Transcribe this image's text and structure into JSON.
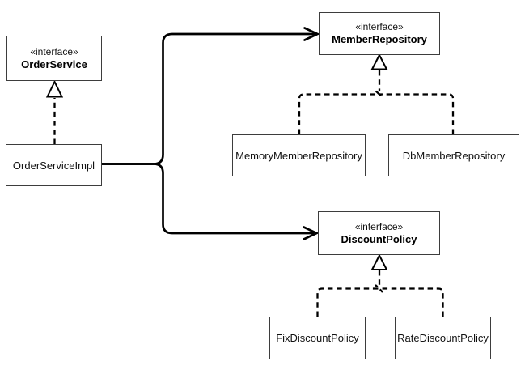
{
  "diagram": {
    "type": "uml-class-diagram",
    "colors": {
      "background": "#ffffff",
      "line": "#000000",
      "box_border": "#3d3d3d",
      "text": "#111111"
    },
    "nodes": {
      "order_service": {
        "stereotype": "«interface»",
        "name": "OrderService"
      },
      "order_service_impl": {
        "name": "OrderServiceImpl"
      },
      "member_repository": {
        "stereotype": "«interface»",
        "name": "MemberRepository"
      },
      "memory_member_repository": {
        "name": "MemoryMemberRepository"
      },
      "db_member_repository": {
        "name": "DbMemberRepository"
      },
      "discount_policy": {
        "stereotype": "«interface»",
        "name": "DiscountPolicy"
      },
      "fix_discount_policy": {
        "name": "FixDiscountPolicy"
      },
      "rate_discount_policy": {
        "name": "RateDiscountPolicy"
      }
    },
    "relations": [
      {
        "from": "OrderServiceImpl",
        "to": "OrderService",
        "type": "realization",
        "style": "dashed-hollow-triangle"
      },
      {
        "from": "OrderServiceImpl",
        "to": "MemberRepository",
        "type": "dependency",
        "style": "solid-open-arrow"
      },
      {
        "from": "OrderServiceImpl",
        "to": "DiscountPolicy",
        "type": "dependency",
        "style": "solid-open-arrow"
      },
      {
        "from": "MemoryMemberRepository",
        "to": "MemberRepository",
        "type": "realization",
        "style": "dashed-hollow-triangle"
      },
      {
        "from": "DbMemberRepository",
        "to": "MemberRepository",
        "type": "realization",
        "style": "dashed-hollow-triangle"
      },
      {
        "from": "FixDiscountPolicy",
        "to": "DiscountPolicy",
        "type": "realization",
        "style": "dashed-hollow-triangle"
      },
      {
        "from": "RateDiscountPolicy",
        "to": "DiscountPolicy",
        "type": "realization",
        "style": "dashed-hollow-triangle"
      }
    ]
  }
}
